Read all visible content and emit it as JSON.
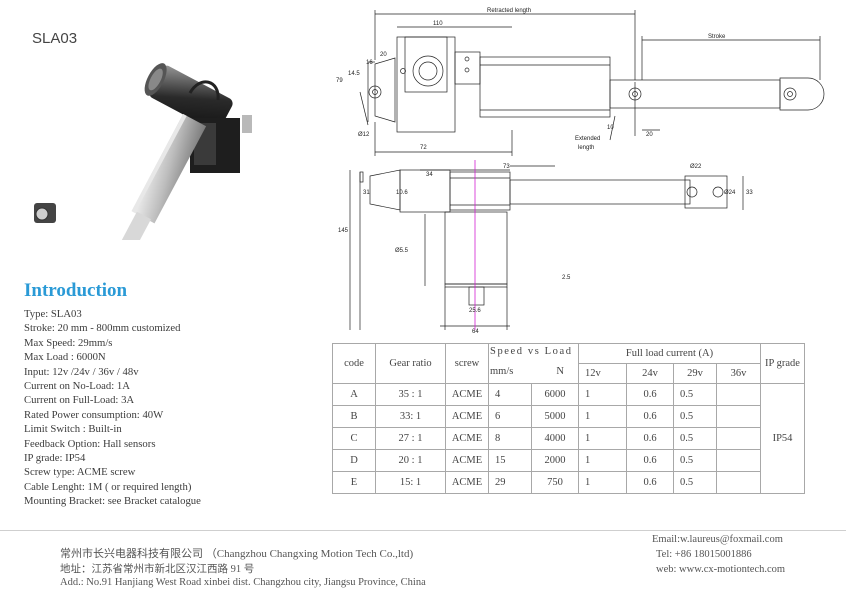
{
  "model": "SLA03",
  "intro_heading": "Introduction",
  "specs": [
    "Type: SLA03",
    "Stroke: 20 mm - 800mm  customized",
    "Max Speed:  29mm/s",
    "Max Load :  6000N",
    "Input: 12v /24v / 36v / 48v",
    "Current on No-Load: 1A",
    "Current on Full-Load: 3A",
    "Rated Power consumption: 40W",
    "Limit Switch : Built-in",
    "Feedback Option:  Hall sensors",
    "IP grade: IP54",
    "Screw type: ACME screw",
    "Cable Lenght: 1M ( or required length)",
    "Mounting Bracket: see Bracket catalogue"
  ],
  "drawing": {
    "labels": {
      "retracted": "Retracted length",
      "stroke": "Stroke",
      "extended1": "Extended",
      "extended2": "length",
      "d110": "110",
      "d20a": "20",
      "d16": "16",
      "d145": "14.5",
      "d79": "79",
      "d72": "72",
      "d12": "Ø12",
      "d10": "10",
      "d20b": "20",
      "d73": "73",
      "d34": "34",
      "d31": "31",
      "d106": "10.6",
      "d22": "Ø22",
      "d24": "Ø24",
      "d33": "33",
      "d145b": "145",
      "d65": "Ø5.5",
      "d25": "2.5",
      "d256": "25.6",
      "d64": "64"
    }
  },
  "table": {
    "headers": {
      "code": "code",
      "gear": "Gear ratio",
      "screw": "screw",
      "speed_load": "Speed vs Load",
      "speed_unit": "mm/s",
      "load_unit": "N",
      "current": "Full load current (A)",
      "v12": "12v",
      "v24": "24v",
      "v29": "29v",
      "v36": "36v",
      "ip": "IP grade"
    },
    "rows": [
      {
        "code": "A",
        "gear": "35 : 1",
        "screw": "ACME",
        "speed": "4",
        "load": "6000",
        "c12": "1",
        "c24": "0.6",
        "c29": "0.5",
        "c36": ""
      },
      {
        "code": "B",
        "gear": "33: 1",
        "screw": "ACME",
        "speed": "6",
        "load": "5000",
        "c12": "1",
        "c24": "0.6",
        "c29": "0.5",
        "c36": ""
      },
      {
        "code": "C",
        "gear": "27 : 1",
        "screw": "ACME",
        "speed": "8",
        "load": "4000",
        "c12": "1",
        "c24": "0.6",
        "c29": "0.5",
        "c36": ""
      },
      {
        "code": "D",
        "gear": "20 : 1",
        "screw": "ACME",
        "speed": "15",
        "load": "2000",
        "c12": "1",
        "c24": "0.6",
        "c29": "0.5",
        "c36": ""
      },
      {
        "code": "E",
        "gear": "15:  1",
        "screw": "ACME",
        "speed": "29",
        "load": "750",
        "c12": "1",
        "c24": "0.6",
        "c29": "0.5",
        "c36": ""
      }
    ],
    "ip_value": "IP54"
  },
  "footer": {
    "company": "常州市长兴电器科技有限公司  （Changzhou Changxing Motion Tech Co.,ltd)",
    "addr_cn": "地址：江苏省常州市新北区汉江西路 91 号",
    "addr_en": "Add.: No.91 Hanjiang West Road xinbei dist. Changzhou city, Jiangsu Province, China",
    "email": "Email:w.laureus@foxmail.com",
    "tel": "Tel: +86 18015001886",
    "web": "web:  www.cx-motiontech.com"
  },
  "colors": {
    "heading": "#2a9ad6",
    "centerline": "#d21fd2"
  }
}
